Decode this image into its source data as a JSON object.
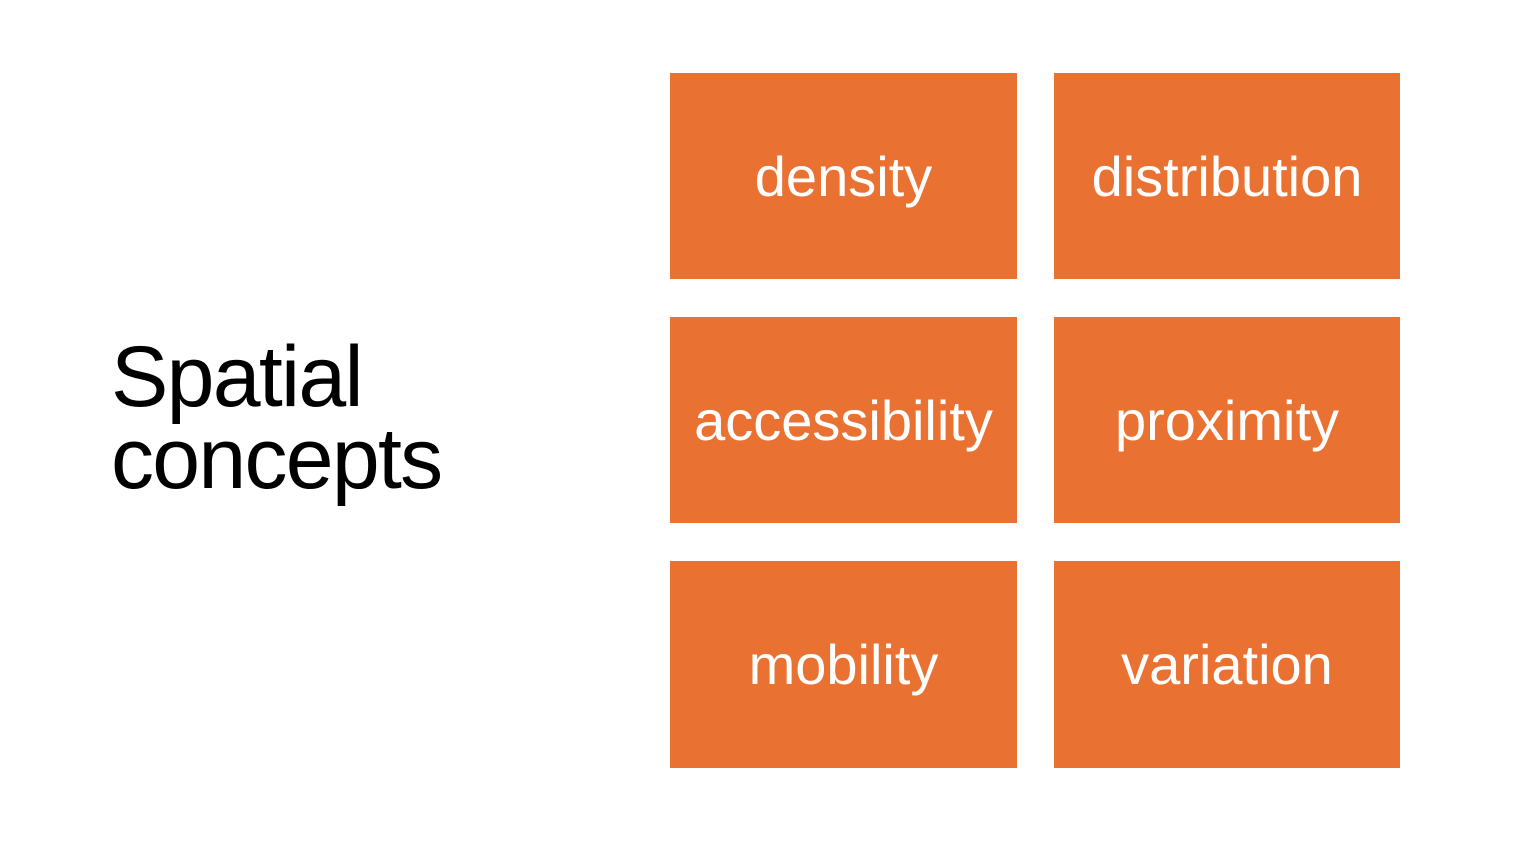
{
  "slide": {
    "title": "Spatial\nconcepts",
    "background_color": "#FFFFFF",
    "title_color": "#000000",
    "accent_color": "#E97132",
    "box_text_color": "#FFFFFF",
    "boxes": [
      {
        "label": "density"
      },
      {
        "label": "distribution"
      },
      {
        "label": "accessibility"
      },
      {
        "label": "proximity"
      },
      {
        "label": "mobility"
      },
      {
        "label": "variation"
      }
    ]
  }
}
